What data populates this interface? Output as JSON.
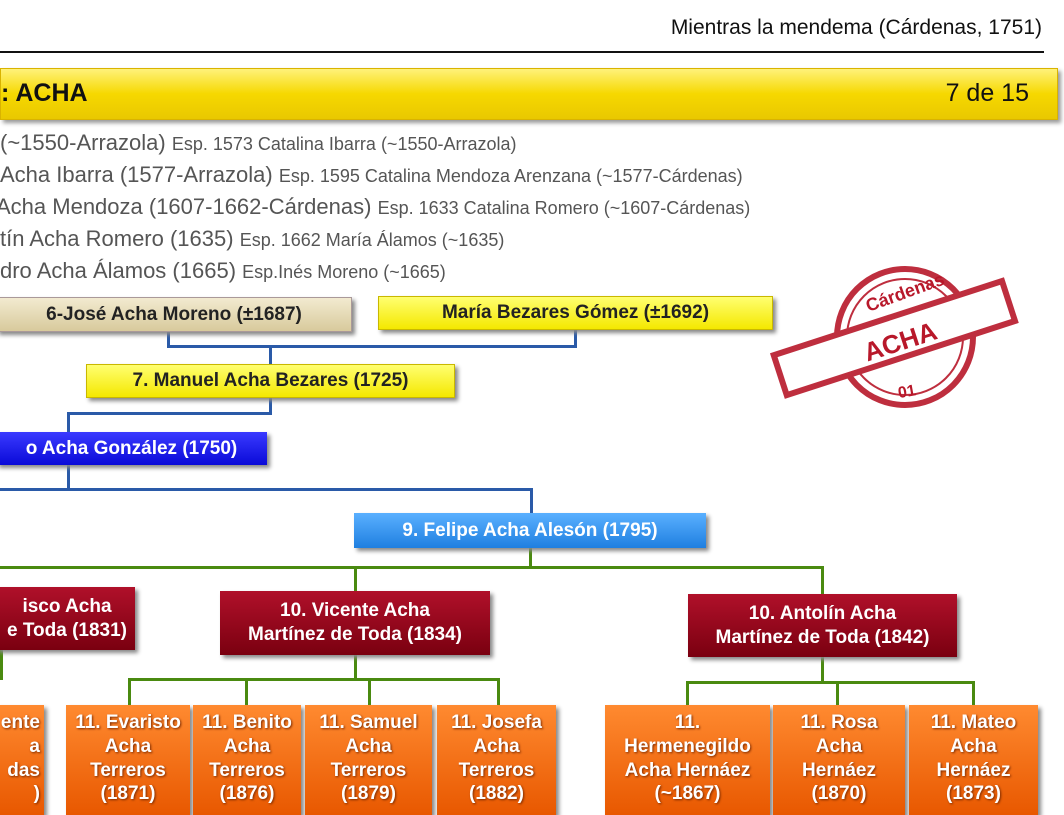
{
  "header": {
    "title": "Mientras la mendema (Cárdenas, 1751)"
  },
  "banner": {
    "title": ": ACHA",
    "page": "7 de 15"
  },
  "ancestors": [
    {
      "name": "(~1550-Arrazola)",
      "spouse": "Esp. 1573 Catalina Ibarra (~1550-Arrazola)"
    },
    {
      "name": "Acha Ibarra (1577-Arrazola)",
      "spouse": "Esp. 1595 Catalina Mendoza Arenzana (~1577-Cárdenas)"
    },
    {
      "name": "Acha Mendoza (1607-1662-Cárdenas)",
      "spouse": "Esp. 1633 Catalina Romero (~1607-Cárdenas)"
    },
    {
      "name": "tín Acha Romero (1635)",
      "spouse": "Esp. 1662 María Álamos (~1635)"
    },
    {
      "name": "dro Acha Álamos (1665)",
      "spouse": "Esp.Inés Moreno (~1665)"
    }
  ],
  "tree": {
    "jose": "6-José Acha Moreno (±1687)",
    "maria": "María Bezares Gómez (±1692)",
    "manuel": "7. Manuel Acha Bezares (1725)",
    "gen8": "o Acha González (1750)",
    "felipe": "9. Felipe Acha Alesón (1795)",
    "francisco": "isco Acha\ne Toda (1831)",
    "vicente": "10. Vicente Acha\nMartínez de Toda (1834)",
    "antolin": "10. Antolín Acha\nMartínez de Toda (1842)",
    "c_left": "ente\na\ndas\n)",
    "evaristo": "11. Evaristo\nAcha\nTerreros\n(1871)",
    "benito": "11. Benito\nAcha\nTerreros\n(1876)",
    "samuel": "11. Samuel\nAcha\nTerreros\n(1879)",
    "josefa": "11. Josefa\nAcha\nTerreros\n(1882)",
    "hermenegildo": "11.\nHermenegildo\nAcha Hernáez\n(~1867)",
    "rosa": "11. Rosa\nAcha\nHernáez\n(1870)",
    "mateo": "11. Mateo\nAcha\nHernáez\n(1873)"
  },
  "stamp": {
    "top": "Cárdenas",
    "middle": "ACHA",
    "bottom": "01"
  }
}
